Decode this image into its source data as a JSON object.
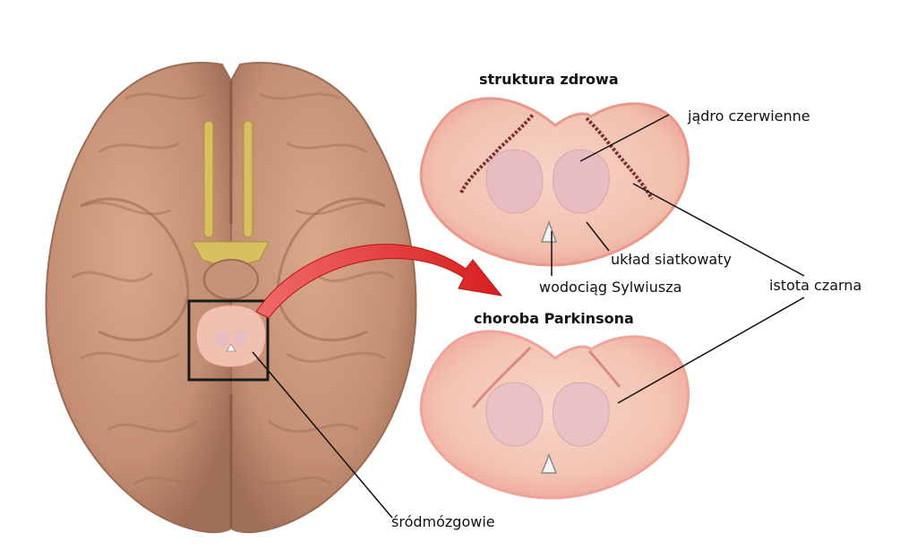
{
  "titles": {
    "healthy": "struktura zdrowa",
    "parkinson": "choroba Parkinsona"
  },
  "labels": {
    "red_nucleus": "jądro czerwienne",
    "reticular": "układ siatkowaty",
    "aqueduct": "wodociąg Sylwiusza",
    "substantia_nigra": "istota czarna",
    "midbrain": "śródmózgowie"
  },
  "colors": {
    "brain": "#c79378",
    "brain_dark": "#9a6b55",
    "tract": "#d8c060",
    "section_fill": "#f4c9b8",
    "section_edge": "#e89b8c",
    "nucleus": "#e7bcc3",
    "nigra_healthy": "#7a2f36",
    "nigra_faded": "#d07a78",
    "arrow": "#e02d2d"
  }
}
